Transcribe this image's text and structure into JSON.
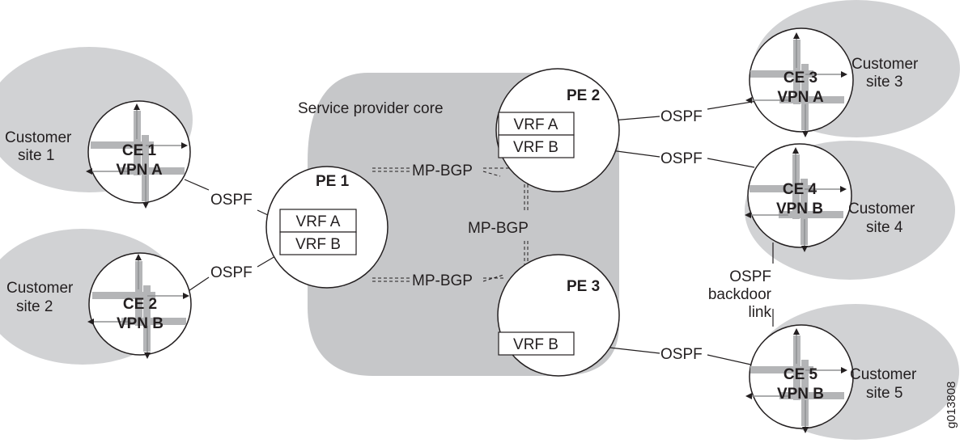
{
  "core": {
    "label": "Service provider core"
  },
  "colors": {
    "site_fill": "#d1d2d4",
    "core_fill": "#c6c7c9",
    "arrow": "#b4b5b7",
    "line": "#231f20"
  },
  "sites": [
    {
      "id": "site1",
      "line1": "Customer",
      "line2": "site 1"
    },
    {
      "id": "site2",
      "line1": "Customer",
      "line2": "site 2"
    },
    {
      "id": "site3",
      "line1": "Customer",
      "line2": "site 3"
    },
    {
      "id": "site4",
      "line1": "Customer",
      "line2": "site 4"
    },
    {
      "id": "site5",
      "line1": "Customer",
      "line2": "site 5"
    }
  ],
  "ce_routers": [
    {
      "id": "ce1",
      "name": "CE 1",
      "vpn": "VPN A"
    },
    {
      "id": "ce2",
      "name": "CE 2",
      "vpn": "VPN B"
    },
    {
      "id": "ce3",
      "name": "CE 3",
      "vpn": "VPN A"
    },
    {
      "id": "ce4",
      "name": "CE 4",
      "vpn": "VPN B"
    },
    {
      "id": "ce5",
      "name": "CE 5",
      "vpn": "VPN B"
    }
  ],
  "pe_routers": [
    {
      "id": "pe1",
      "name": "PE 1",
      "vrfs": [
        "VRF A",
        "VRF B"
      ]
    },
    {
      "id": "pe2",
      "name": "PE 2",
      "vrfs": [
        "VRF A",
        "VRF B"
      ]
    },
    {
      "id": "pe3",
      "name": "PE 3",
      "vrfs": [
        "VRF B"
      ]
    }
  ],
  "links": {
    "ospf": "OSPF",
    "mpbgp": "MP-BGP",
    "backdoor": [
      "OSPF",
      "backdoor",
      "link"
    ]
  },
  "figure_id": "g013808"
}
